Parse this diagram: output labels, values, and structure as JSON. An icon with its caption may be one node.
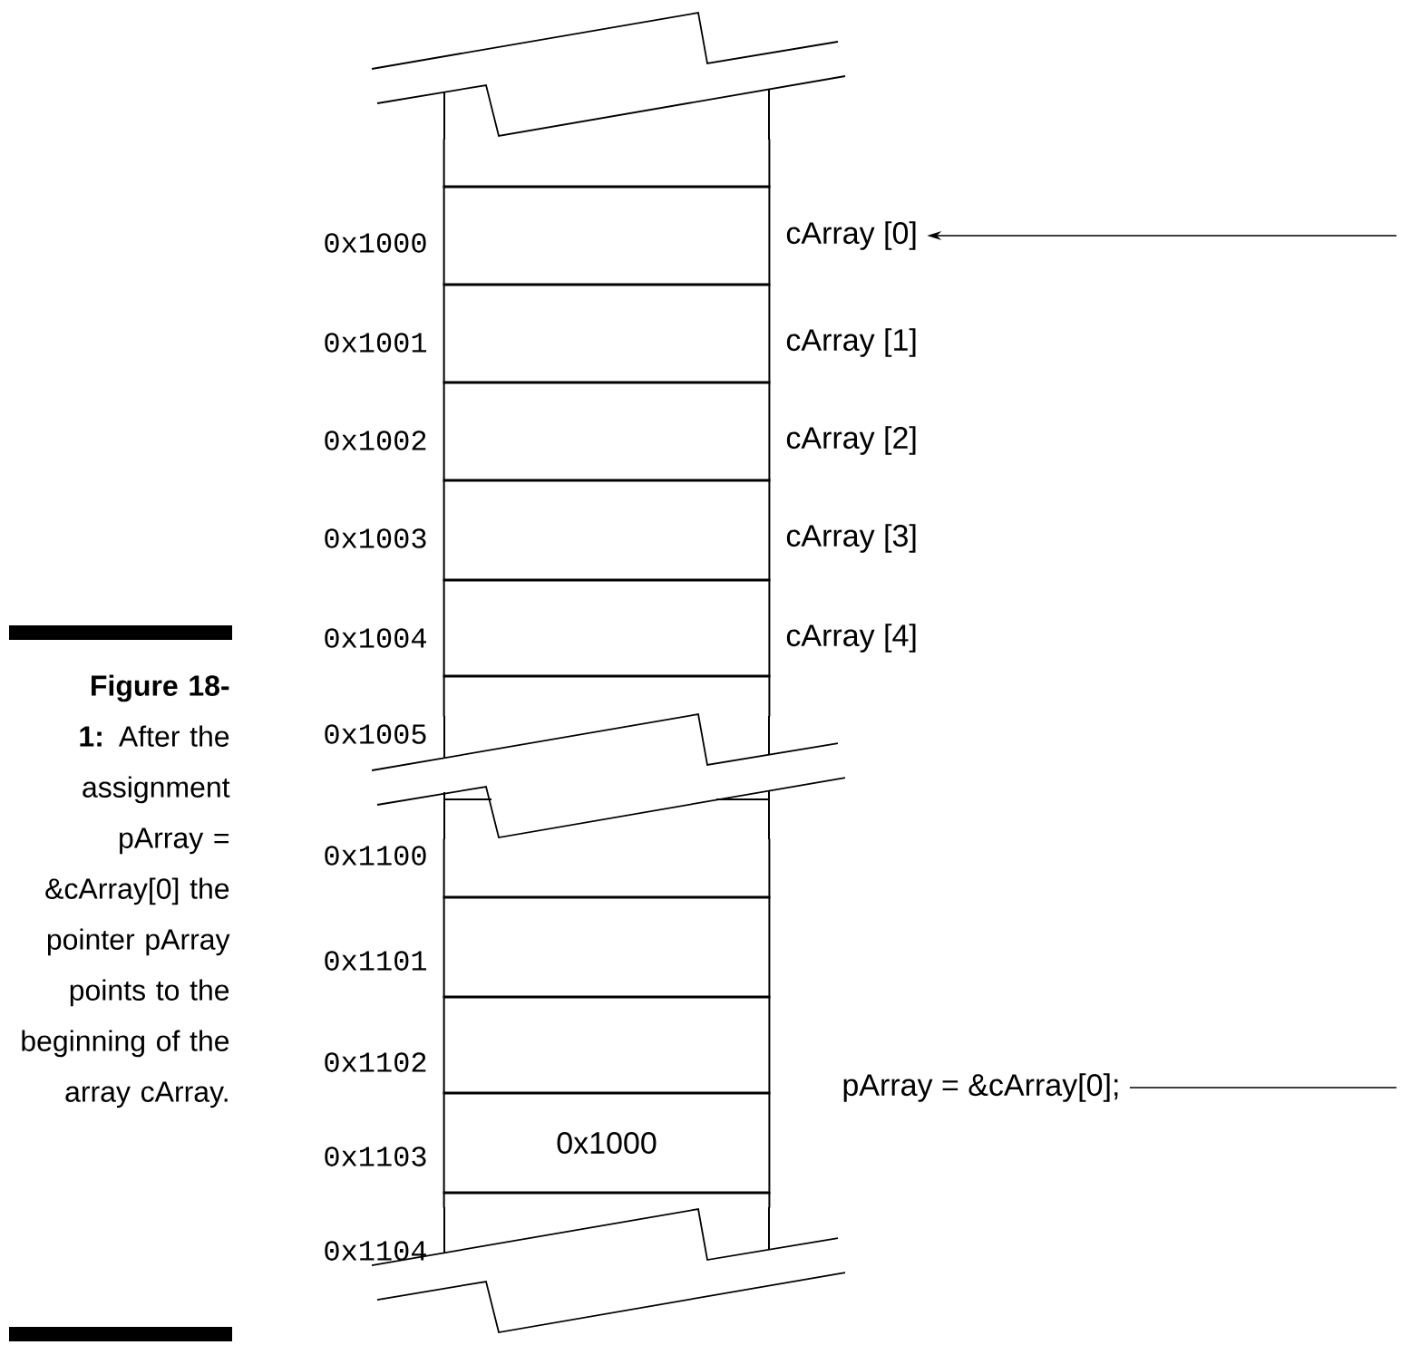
{
  "diagram": {
    "caption": "**Figure 18-1:** After the assignment pArray = &cArray[0] the pointer pArray points to the beginning of the array cArray.",
    "nodes": [
      {
        "text": [],
        "shape": "box"
      },
      {
        "text": [],
        "shape": "box"
      },
      {
        "text": [],
        "shape": "box"
      },
      {
        "text": [],
        "shape": "box"
      },
      {
        "text": [],
        "shape": "box"
      },
      {
        "text": [],
        "shape": "box"
      },
      {
        "text": [],
        "shape": "box"
      },
      {
        "text": [],
        "shape": "box"
      },
      {
        "text": [],
        "shape": "box"
      },
      {
        "text": [],
        "shape": "box"
      },
      {
        "text": [
          "0x1000"
        ]
      },
      {
        "text": [],
        "shape": "box"
      },
      {
        "text": [
          "cArray [0]"
        ]
      },
      {
        "text": [
          "cArray [1]"
        ]
      },
      {
        "text": [
          "cArray [2]"
        ]
      },
      {
        "text": [
          "cArray [3]"
        ]
      },
      {
        "text": [
          "cArray [4]"
        ]
      },
      {
        "text": [
          "pArray = &cArray[0];"
        ]
      }
    ],
    "edges": [
      {
        "from": null,
        "to": 12,
        "arrow": "to"
      },
      {
        "from": 17,
        "to": null,
        "arrow": "none"
      }
    ],
    "labels": [
      "0x1000",
      "0x1001",
      "0x1002",
      "0x1003",
      "0x1004",
      "0x1005",
      "0x1100",
      "0x1101",
      "0x1102",
      "0x1103",
      "0x1104"
    ]
  }
}
